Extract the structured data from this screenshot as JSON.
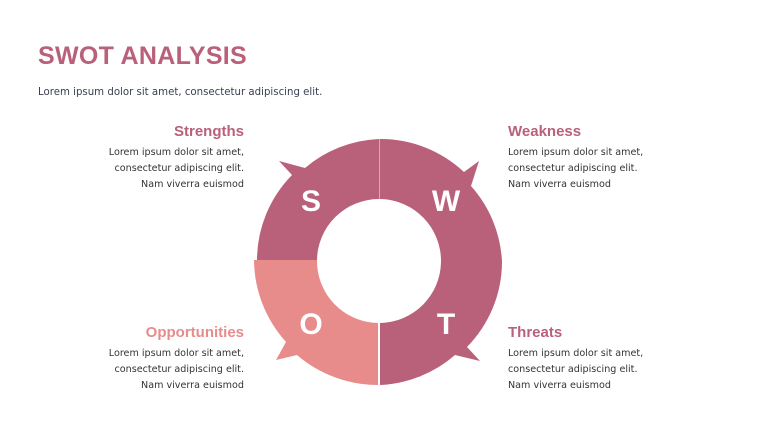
{
  "header": {
    "title": "SWOT ANALYSIS",
    "subtitle": "Lorem ipsum dolor sit amet, consectetur adipiscing elit."
  },
  "colors": {
    "primary": "#B9607A",
    "accent": "#E88B8B",
    "text": "#333333",
    "background": "#FFFFFF"
  },
  "quadrants": {
    "strengths": {
      "heading": "Strengths",
      "letter": "S",
      "color": "#B9607A",
      "lines": [
        "Lorem ipsum dolor sit amet,",
        "consectetur adipiscing elit.",
        "Nam viverra euismod"
      ]
    },
    "weakness": {
      "heading": "Weakness",
      "letter": "W",
      "color": "#B9607A",
      "lines": [
        "Lorem ipsum dolor sit amet,",
        "consectetur adipiscing elit.",
        "Nam viverra euismod"
      ]
    },
    "opportunities": {
      "heading": "Opportunities",
      "letter": "O",
      "color": "#E88B8B",
      "lines": [
        "Lorem ipsum dolor sit amet,",
        "consectetur adipiscing elit.",
        "Nam viverra euismod"
      ]
    },
    "threats": {
      "heading": "Threats",
      "letter": "T",
      "color": "#B9607A",
      "lines": [
        "Lorem ipsum dolor sit amet,",
        "consectetur adipiscing elit.",
        "Nam viverra euismod"
      ]
    }
  }
}
